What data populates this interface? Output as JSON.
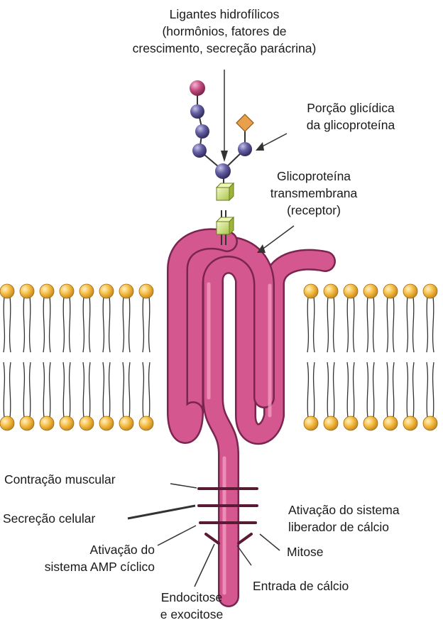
{
  "labels": {
    "ligantes_line1": "Ligantes hidrofílicos",
    "ligantes_line2": "(hormônios, fatores de",
    "ligantes_line3": "crescimento, secreção parácrina)",
    "porcao_line1": "Porção glicídica",
    "porcao_line2": "da glicoproteína",
    "glico_line1": "Glicoproteína",
    "glico_line2": "transmembrana",
    "glico_line3": "(receptor)",
    "contracao": "Contração muscular",
    "secrecao": "Secreção celular",
    "ativacao_amp_line1": "Ativação do",
    "ativacao_amp_line2": "sistema AMP cíclico",
    "ativacao_calcio_line1": "Ativação do sistema",
    "ativacao_calcio_line2": "liberador de cálcio",
    "mitose": "Mitose",
    "entrada": "Entrada de cálcio",
    "endocitose_line1": "Endocitose",
    "endocitose_line2": "e exocitose"
  },
  "colors": {
    "protein": "#d4588f",
    "protein_dark": "#8e2c5a",
    "protein_light": "#f29bc1",
    "lipid_head": "#f2b73a",
    "sugar_node": "#4f4a86",
    "ligand": "#b03a6c",
    "diamond": "#e8a04c",
    "cube": "#c9de6e"
  }
}
